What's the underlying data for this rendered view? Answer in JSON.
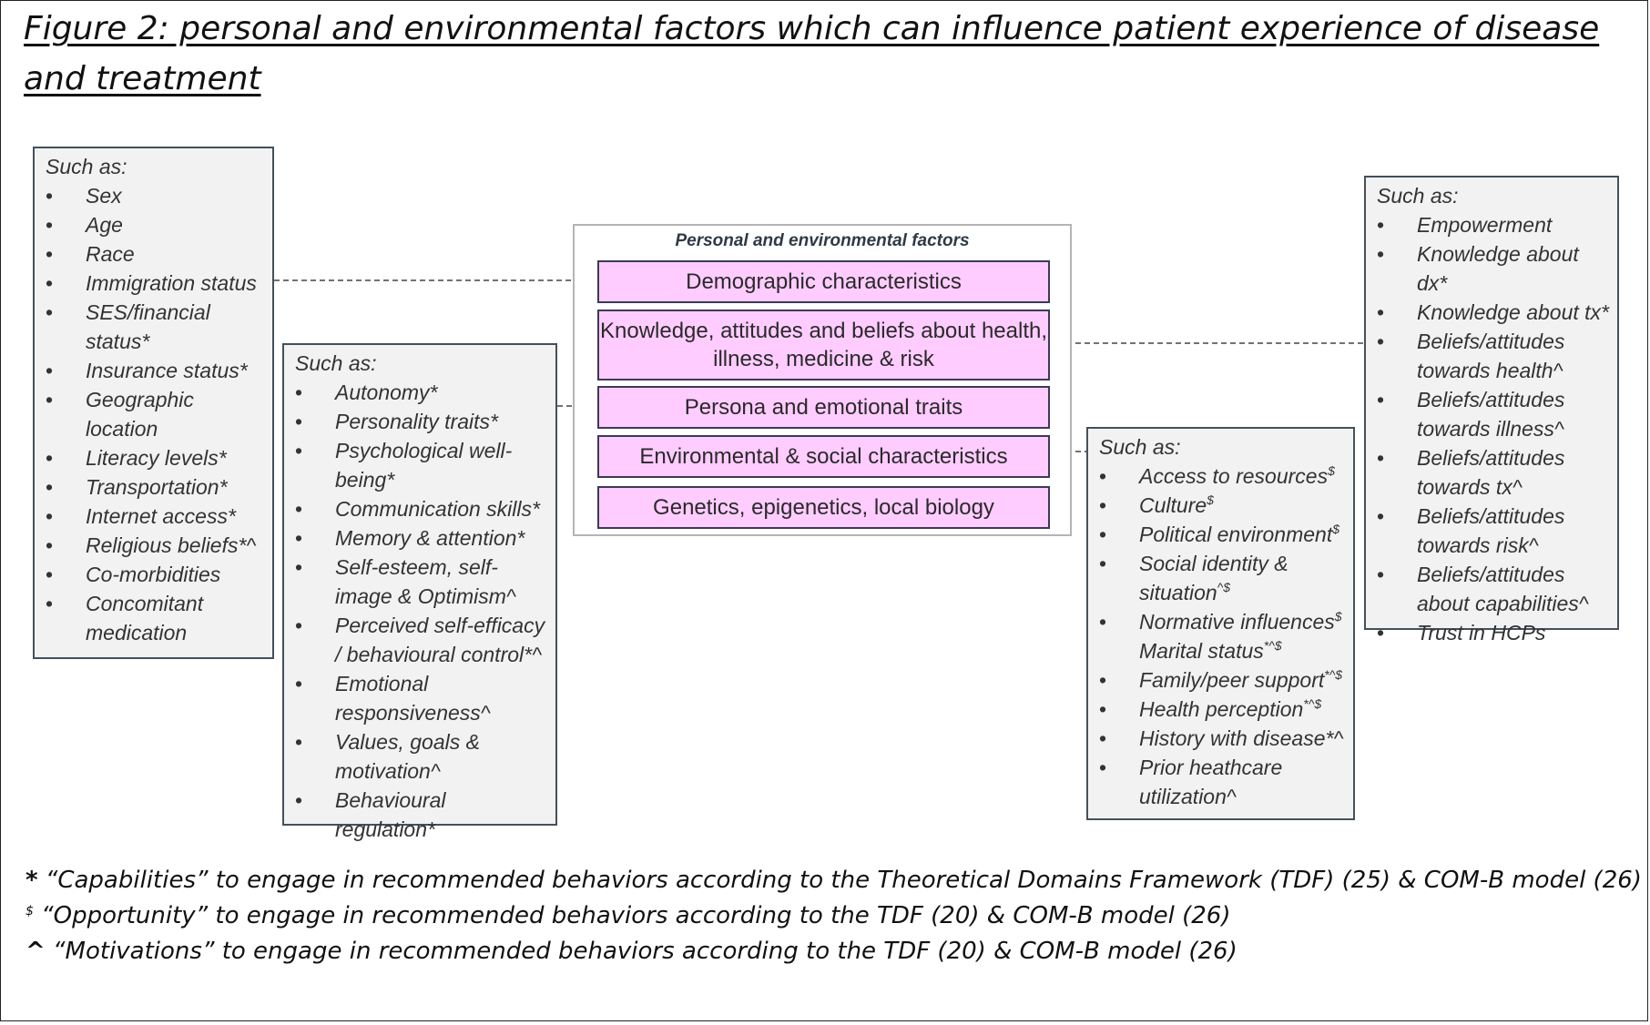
{
  "title": "Figure 2: personal and environmental factors which can influence patient experience of disease and treatment",
  "center": {
    "heading": "Personal and environmental factors",
    "factors": [
      "Demographic characteristics",
      "Knowledge, attitudes and beliefs about health, illness, medicine & risk",
      "Persona and emotional traits",
      "Environmental & social characteristics",
      "Genetics, epigenetics, local biology"
    ]
  },
  "boxes": {
    "demographic": {
      "heading": "Such as:",
      "items": [
        {
          "text": "Sex"
        },
        {
          "text": "Age"
        },
        {
          "text": "Race"
        },
        {
          "text": "Immigration status"
        },
        {
          "text": "SES/financial status*"
        },
        {
          "text": "Insurance status*"
        },
        {
          "text": "Geographic location"
        },
        {
          "text": "Literacy levels*"
        },
        {
          "text": "Transportation*"
        },
        {
          "text": "Internet access*"
        },
        {
          "text": "Religious beliefs*^"
        },
        {
          "text": "Co-morbidities"
        },
        {
          "text": "Concomitant medication"
        }
      ]
    },
    "persona": {
      "heading": "Such as:",
      "items": [
        {
          "text": "Autonomy*"
        },
        {
          "text": "Personality traits*"
        },
        {
          "text": "Psychological well-being*"
        },
        {
          "text": "Communication skills*"
        },
        {
          "text": "Memory & attention*"
        },
        {
          "text": "Self-esteem, self-image & Optimism^"
        },
        {
          "text": "Perceived self-efficacy / behavioural control*^"
        },
        {
          "text": "Emotional responsiveness^"
        },
        {
          "text": "Values, goals & motivation^"
        },
        {
          "text": "Behavioural regulation*"
        }
      ]
    },
    "environmental": {
      "heading": "Such as:",
      "items": [
        {
          "text": "Access to resources",
          "sup": "$"
        },
        {
          "text": "Culture",
          "sup": "$"
        },
        {
          "text": "Political environment",
          "sup": "$"
        },
        {
          "text": "Social identity & situation",
          "sup": "^$"
        },
        {
          "text": "Normative influences",
          "sup": "$",
          "text2": " Marital status",
          "sup2": "*^$"
        },
        {
          "text": "Family/peer support",
          "sup": "*^$"
        },
        {
          "text": "Health perception",
          "sup": "*^$"
        },
        {
          "text": "History with disease*^"
        },
        {
          "text": "Prior heathcare utilization^"
        }
      ]
    },
    "knowledge": {
      "heading": "Such as:",
      "items": [
        {
          "text": "Empowerment"
        },
        {
          "text": "Knowledge about dx*"
        },
        {
          "text": "Knowledge about tx*"
        },
        {
          "text": "Beliefs/attitudes towards health^"
        },
        {
          "text": "Beliefs/attitudes towards illness^"
        },
        {
          "text": "Beliefs/attitudes towards tx^"
        },
        {
          "text": "Beliefs/attitudes towards risk^"
        },
        {
          "text": "Beliefs/attitudes about capabilities^"
        },
        {
          "text": "Trust in HCPs"
        }
      ]
    }
  },
  "footnotes": [
    {
      "mark": "*",
      "text": " “Capabilities” to engage in recommended behaviors according to the Theoretical Domains Framework (TDF) (25) & COM-B model (26)"
    },
    {
      "mark": "$",
      "text": " “Opportunity” to engage in recommended behaviors according to the TDF (20) & COM-B model (26)"
    },
    {
      "mark": "^",
      "text": " “Motivations” to engage in recommended behaviors according to the TDF (20) & COM-B model (26)"
    }
  ]
}
